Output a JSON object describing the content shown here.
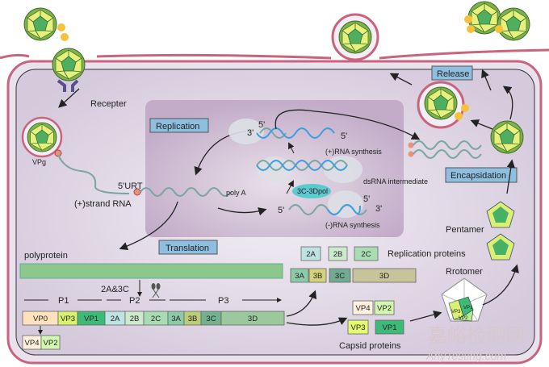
{
  "labels": {
    "recepter": "Recepter",
    "vpg": "VPg",
    "urt": "5'URT",
    "strand_rna": "(+)strand RNA",
    "poly_a": "poly A",
    "replication": "Replication",
    "translation": "Translation",
    "release": "Release",
    "encapsidation": "Encapsidation",
    "pentamer": "Pentamer",
    "rotomer": "Rrotomer",
    "polyprotein": "polyprotein",
    "cleavage": "2A&3C",
    "replication_proteins": "Replication proteins",
    "capsid_proteins": "Capsid proteins",
    "pos_rna_synthesis": "(+)RNA synthesis",
    "ds_rna": "dsRNA intermediate",
    "neg_rna_synthesis": "(-)RNA synthesis",
    "pol": "3C-3Dpol",
    "p3": "3'",
    "p5": "5'"
  },
  "regions": {
    "p1": "P1",
    "p2": "P2",
    "p3": "P3"
  },
  "segments": [
    {
      "label": "VP0",
      "color": "#fde2bd"
    },
    {
      "label": "VP3",
      "color": "#d9f26e"
    },
    {
      "label": "VP1",
      "color": "#3dba78"
    },
    {
      "label": "2A",
      "color": "#bfe3e3"
    },
    {
      "label": "2B",
      "color": "#cdeacf"
    },
    {
      "label": "2C",
      "color": "#a9dcb2"
    },
    {
      "label": "3A",
      "color": "#8ccaa9"
    },
    {
      "label": "3B",
      "color": "#bccd79"
    },
    {
      "label": "3C",
      "color": "#72b192"
    },
    {
      "label": "3D",
      "color": "#9cc99b"
    }
  ],
  "vp0_products": [
    {
      "label": "VP4",
      "color": "#fdf0dc"
    },
    {
      "label": "VP2",
      "color": "#d2f7b0"
    }
  ],
  "replication_proteins": [
    {
      "label": "2A",
      "color": "#bfe3e3"
    },
    {
      "label": "2B",
      "color": "#cdeacf"
    },
    {
      "label": "2C",
      "color": "#a9dcb2"
    },
    {
      "label": "3A",
      "color": "#8ccaa9"
    },
    {
      "label": "3B",
      "color": "#d4d27a"
    },
    {
      "label": "3C",
      "color": "#72a990"
    },
    {
      "label": "3D",
      "color": "#c6c49a"
    }
  ],
  "capsid_proteins": [
    {
      "label": "VP4",
      "color": "#fdf0dc"
    },
    {
      "label": "VP2",
      "color": "#d2f7b0"
    },
    {
      "label": "VP3",
      "color": "#e6fa70"
    },
    {
      "label": "VP1",
      "color": "#3dba78"
    }
  ],
  "rotomer_parts": {
    "vp1": "VP1",
    "vp2": "VP2",
    "vp3": "VP3"
  },
  "watermark": {
    "cn": "嘉峪检测网",
    "en": "AnyTesting.com"
  },
  "colors": {
    "membrane": "#c8647e",
    "cell": "#ddd3e3",
    "replication_zone": "#c9b4cf",
    "label_box": "#8fbfe0",
    "polyprotein": "#8cc78c"
  }
}
